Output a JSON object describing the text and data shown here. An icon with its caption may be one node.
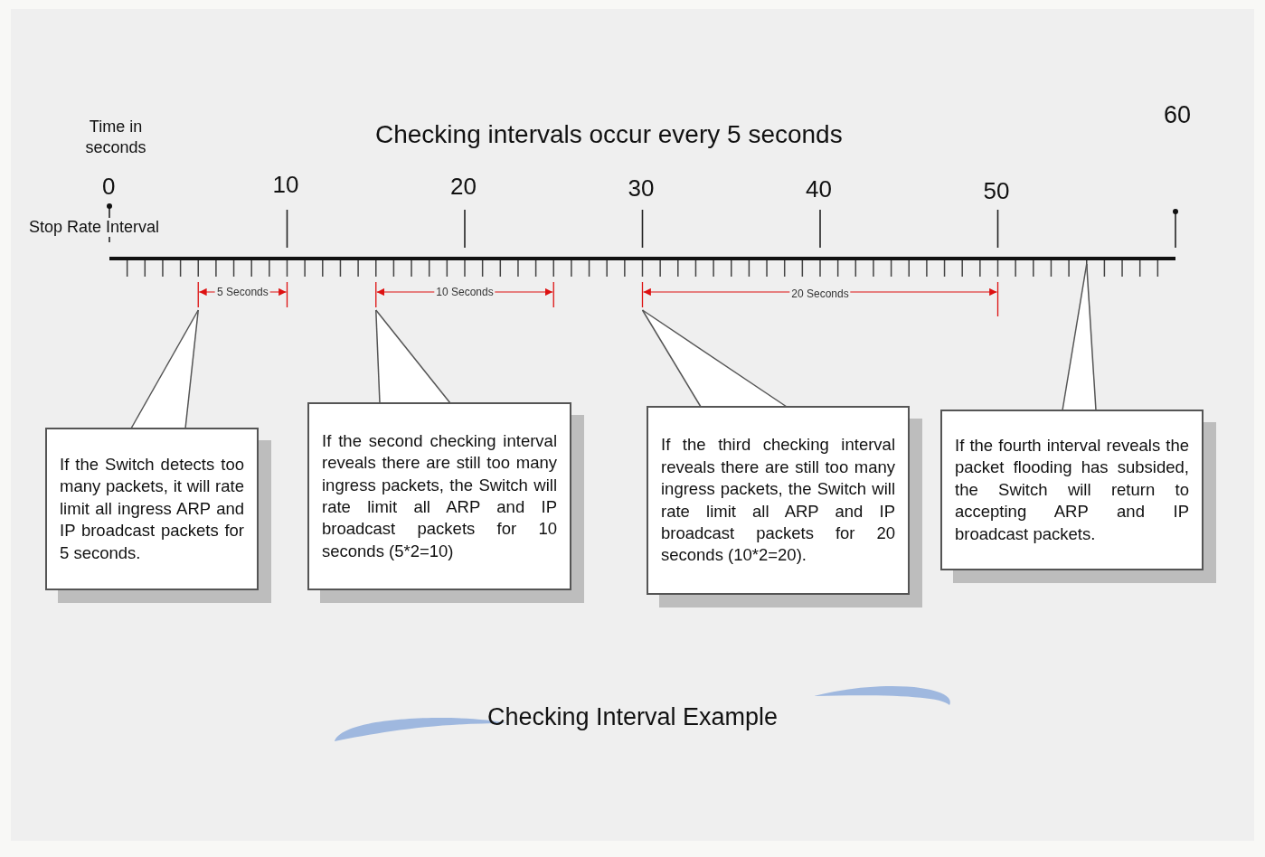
{
  "diagram": {
    "title": "Checking intervals occur every 5 seconds",
    "caption": "Checking Interval Example",
    "nodes": [
      {
        "text": [
          "If the Switch detects too many packets, it will rate limit all ingress ARP and IP broadcast packets for 5 seconds."
        ]
      },
      {
        "text": [
          "If the second checking interval reveals there are still too many ingress packets, the Switch will rate limit all ARP and IP broadcast packets for 10 seconds (5*2=10)"
        ]
      },
      {
        "text": [
          "If the third checking interval reveals there are still too many ingress packets, the Switch will rate limit all ARP and IP broadcast packets for 20 seconds (10*2=20)."
        ]
      },
      {
        "text": [
          "If the fourth interval reveals the packet flooding has subsided, the Switch will return to accepting ARP and IP broadcast packets."
        ]
      }
    ],
    "edges": [
      {
        "from": 0,
        "to": null,
        "arrow": "none"
      },
      {
        "from": 1,
        "to": null,
        "arrow": "none"
      },
      {
        "from": 2,
        "to": null,
        "arrow": "none"
      },
      {
        "from": 3,
        "to": null,
        "arrow": "none"
      }
    ],
    "labels": [
      "60",
      "Time in seconds",
      "0",
      "10",
      "20",
      "30",
      "40",
      "50",
      "Stop Rate Interval",
      "5 Seconds",
      "10 Seconds",
      "20 Seconds"
    ]
  }
}
